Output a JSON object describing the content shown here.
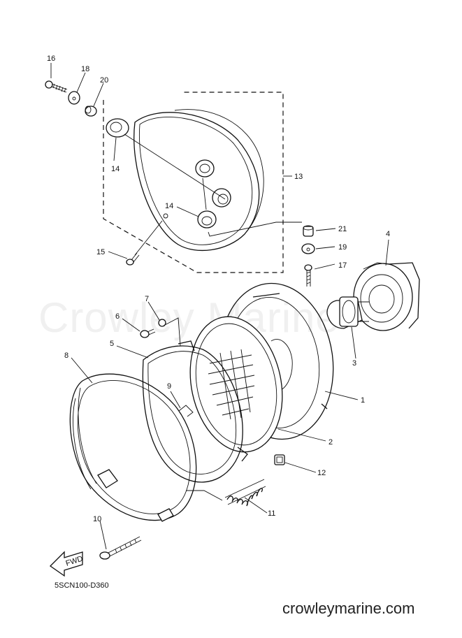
{
  "watermark": "Crowley Marine",
  "diagram_code": "5SCN100-D360",
  "footer_url": "crowleymarine.com",
  "fwd_label": "FWD",
  "callouts": {
    "c1": "1",
    "c2": "2",
    "c3": "3",
    "c4": "4",
    "c5": "5",
    "c6": "6",
    "c7": "7",
    "c8": "8",
    "c9": "9",
    "c10": "10",
    "c11": "11",
    "c12": "12",
    "c13": "13",
    "c14a": "14",
    "c14b": "14",
    "c15": "15",
    "c16": "16",
    "c17": "17",
    "c18": "18",
    "c19": "19",
    "c20": "20",
    "c21": "21"
  }
}
